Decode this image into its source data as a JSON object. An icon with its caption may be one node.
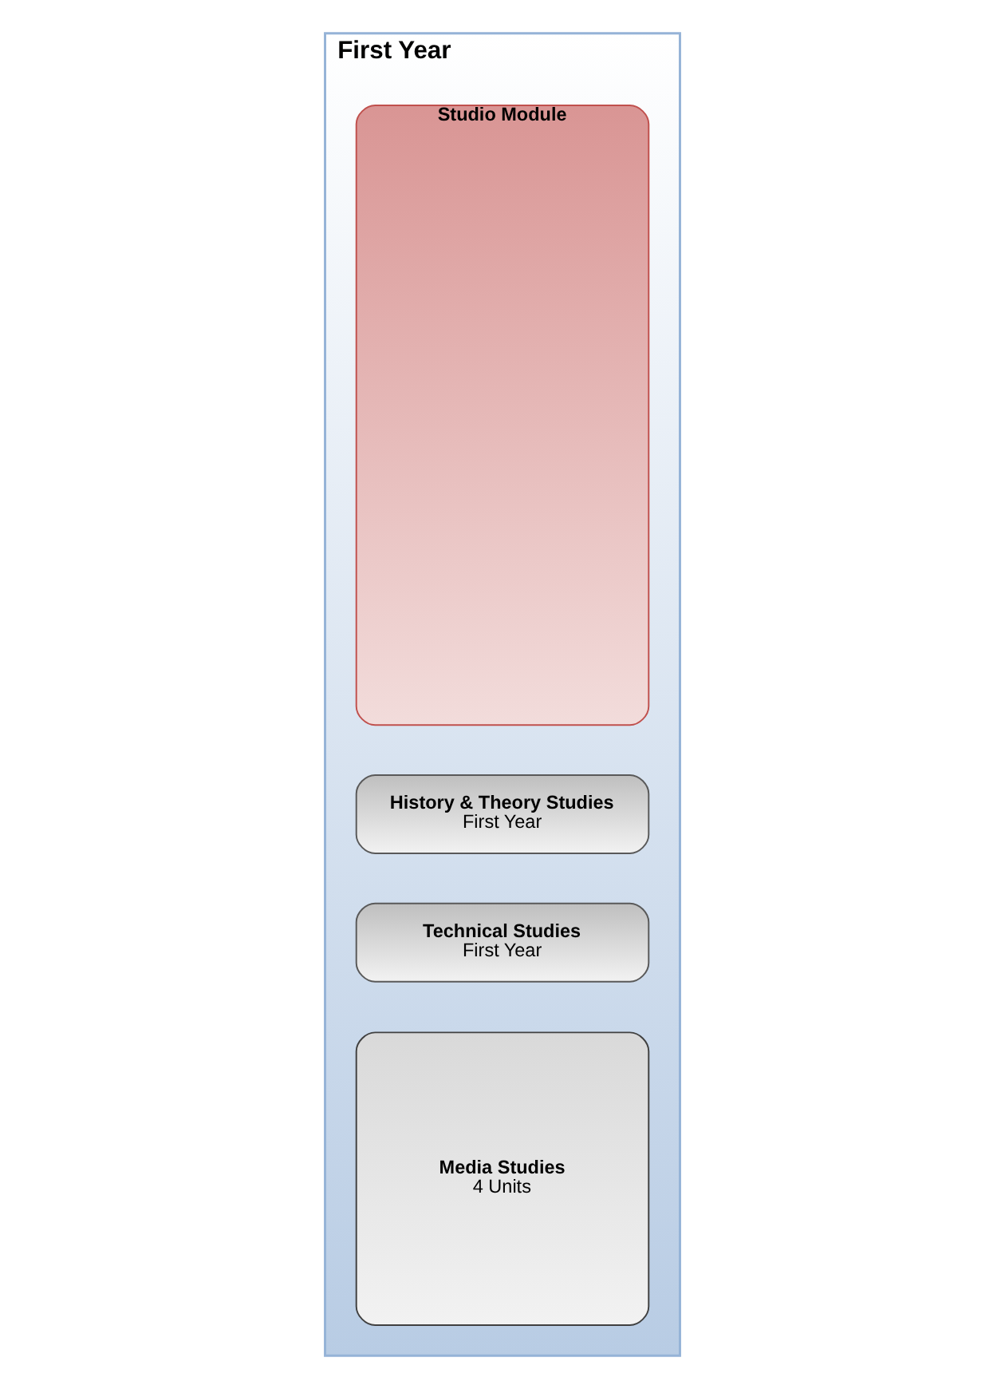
{
  "diagram": {
    "nodes": [
      {
        "text": [
          "First Year"
        ]
      },
      {
        "text": [
          "Studio Module"
        ],
        "in": 0
      },
      {
        "text": [
          "History & Theory Studies",
          "First Year"
        ],
        "in": 0
      },
      {
        "text": [
          "Technical Studies",
          "First Year"
        ],
        "in": 0
      },
      {
        "text": [
          "Media Studies",
          "4 Units"
        ],
        "in": 0
      }
    ],
    "edges": []
  }
}
